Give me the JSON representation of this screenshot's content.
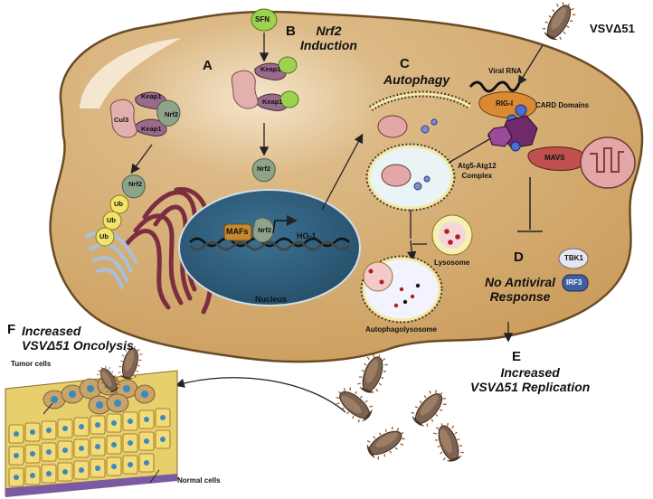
{
  "labels": {
    "sfn": "SFN",
    "section_a": "A",
    "section_b": "B",
    "section_c": "C",
    "section_d": "D",
    "section_e": "E",
    "section_f": "F",
    "nrf2_induction": "Nrf2\nInduction",
    "autophagy": "Autophagy",
    "keap1": "Keap1",
    "cul3": "Cul3",
    "nrf2": "Nrf2",
    "ub": "Ub",
    "mafs": "MAFs",
    "ho1": "HO-1",
    "nucleus": "Nucleus",
    "viral_rna": "Viral RNA",
    "rig_i": "RIG-I",
    "card_domains": "CARD Domains",
    "mavs": "MAVS",
    "atg_complex": "Atg5-Atg12\nComplex",
    "lysosome": "Lysosome",
    "autophagolysosome": "Autophagolysosome",
    "tbk1": "TBK1",
    "irf3": "IRF3",
    "no_antiviral": "No Antiviral\nResponse",
    "increased_replication": "Increased\nVSVΔ51 Replication",
    "increased_oncolysis": "Increased\nVSVΔ51 Oncolysis",
    "virus": "VSVΔ51",
    "tumor_cells": "Tumor cells",
    "normal_cells": "Normal cells"
  },
  "colors": {
    "cell_fill": "#d4a96a",
    "cell_edge": "#7a5a30",
    "nucleus_fill": "#2f5f7c",
    "keap1": "#9a6a8a",
    "cul3": "#e2b1ad",
    "nrf2": "#8fa38a",
    "ub": "#f2e36a",
    "sfn": "#9ed14f",
    "mafs": "#c7892f",
    "rig_i": "#d98a33",
    "mavs": "#c0504d",
    "card": "#4a6fd4",
    "tbk1": "#e6e6f0",
    "irf3": "#3f5f9f",
    "golgi": "#9fb6d4",
    "er": "#8a3a4a",
    "mito": "#e4a7a7",
    "tumor": "#d9c06a",
    "virus_body": "#8a6f55"
  }
}
